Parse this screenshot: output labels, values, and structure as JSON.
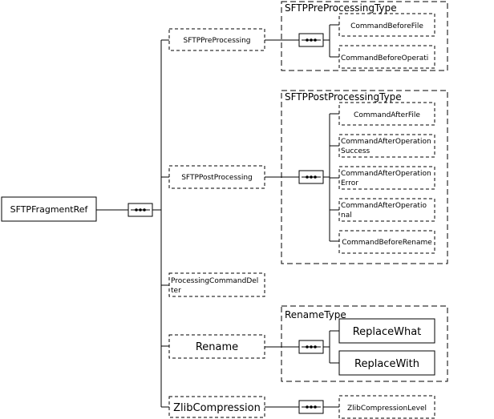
{
  "root": {
    "label": "SFTPFragmentRef"
  },
  "children": {
    "pre": "SFTPPreProcessing",
    "post": "SFTPPostProcessing",
    "delete": [
      "ProcessingCommandDel",
      "ter"
    ],
    "rename": "Rename",
    "zlib": "ZlibCompression"
  },
  "groups": {
    "pre": {
      "title": "SFTPPreProcessingType",
      "items": [
        "CommandBeforeFile",
        "CommandBeforeOperati"
      ]
    },
    "post": {
      "title": "SFTPPostProcessingType",
      "items": [
        [
          "CommandAfterFile"
        ],
        [
          "CommandAfterOperation",
          "Success"
        ],
        [
          "CommandAfterOperation",
          "Error"
        ],
        [
          "CommandAfterOperatio",
          "nal"
        ],
        [
          "CommandBeforeRename"
        ]
      ]
    },
    "rename": {
      "title": "RenameType",
      "items": [
        "ReplaceWhat",
        "ReplaceWith"
      ]
    }
  },
  "zlib_child": "ZlibCompressionLevel"
}
